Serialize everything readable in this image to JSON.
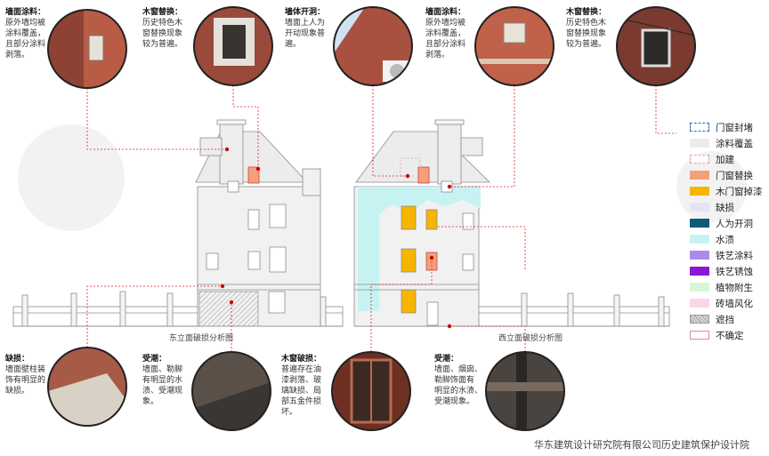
{
  "notes": [
    {
      "title": "墙面涂料：",
      "body": [
        "原外墙均被",
        "涂料覆盖，",
        "且部分涂料",
        "剥落。"
      ]
    },
    {
      "title": "木窗替换：",
      "body": [
        "历史特色木",
        "窗替换现象",
        "较为普遍。"
      ]
    },
    {
      "title": "墙体开洞：",
      "body": [
        "墙面上人为",
        "开动现象普",
        "遍。"
      ]
    },
    {
      "title": "墙面涂料：",
      "body": [
        "原外墙均被",
        "涂料覆盖，",
        "且部分涂料",
        "剥落。"
      ]
    },
    {
      "title": "木窗替换：",
      "body": [
        "历史特色木",
        "窗替换现象",
        "较为普遍。"
      ]
    },
    {
      "title": "缺损：",
      "body": [
        "墙面壁柱装",
        "饰有明显的",
        "缺损。"
      ]
    },
    {
      "title": "受潮：",
      "body": [
        "墙面、勒脚",
        "有明显的水",
        "渍、受潮现",
        "象。"
      ]
    },
    {
      "title": "木窗破损：",
      "body": [
        "普遍存在油",
        "漆剥落、玻",
        "璃缺损、局",
        "部五金件损",
        "坏。"
      ]
    },
    {
      "title": "受潮：",
      "body": [
        "墙面、烟囱、",
        "勒脚饰面有",
        "明显的水渍、",
        "受潮现象。"
      ]
    }
  ],
  "captions": {
    "east": "东立面破损分析图",
    "west": "西立面破损分析图"
  },
  "legend": [
    {
      "label": "门窗封堵",
      "color": "#ffffff",
      "border": "#2a6db0",
      "dashed": true
    },
    {
      "label": "涂料覆盖",
      "color": "#ececec",
      "border": "#ececec",
      "dashed": false
    },
    {
      "label": "加建",
      "color": "#ffffff",
      "border": "#e8a0a0",
      "dashed": true
    },
    {
      "label": "门窗替换",
      "color": "#f4a07a",
      "border": "#f4a07a",
      "dashed": false
    },
    {
      "label": "木门窗掉漆",
      "color": "#f7b500",
      "border": "#f7b500",
      "dashed": false
    },
    {
      "label": "缺损",
      "color": "#e6e4f4",
      "border": "#e6e4f4",
      "dashed": false
    },
    {
      "label": "人为开洞",
      "color": "#0e5a7a",
      "border": "#0e5a7a",
      "dashed": false
    },
    {
      "label": "水渍",
      "color": "#c6f3f2",
      "border": "#c6f3f2",
      "dashed": false
    },
    {
      "label": "铁艺涂料",
      "color": "#a98be8",
      "border": "#a98be8",
      "dashed": false
    },
    {
      "label": "铁艺锈蚀",
      "color": "#8a17d6",
      "border": "#8a17d6",
      "dashed": false
    },
    {
      "label": "植物附生",
      "color": "#d9f5d6",
      "border": "#d9f5d6",
      "dashed": false
    },
    {
      "label": "砖墙风化",
      "color": "#f9d7e9",
      "border": "#f9d7e9",
      "dashed": false
    },
    {
      "label": "遮挡",
      "color": "#d8d8d8",
      "border": "#9a9a9a",
      "dashed": false,
      "hatch": true
    },
    {
      "label": "不确定",
      "color": "#ffffff",
      "border": "#e28a8a",
      "dashed": false
    }
  ],
  "footer": "华东建筑设计研究院有限公司历史建筑保护设计院"
}
